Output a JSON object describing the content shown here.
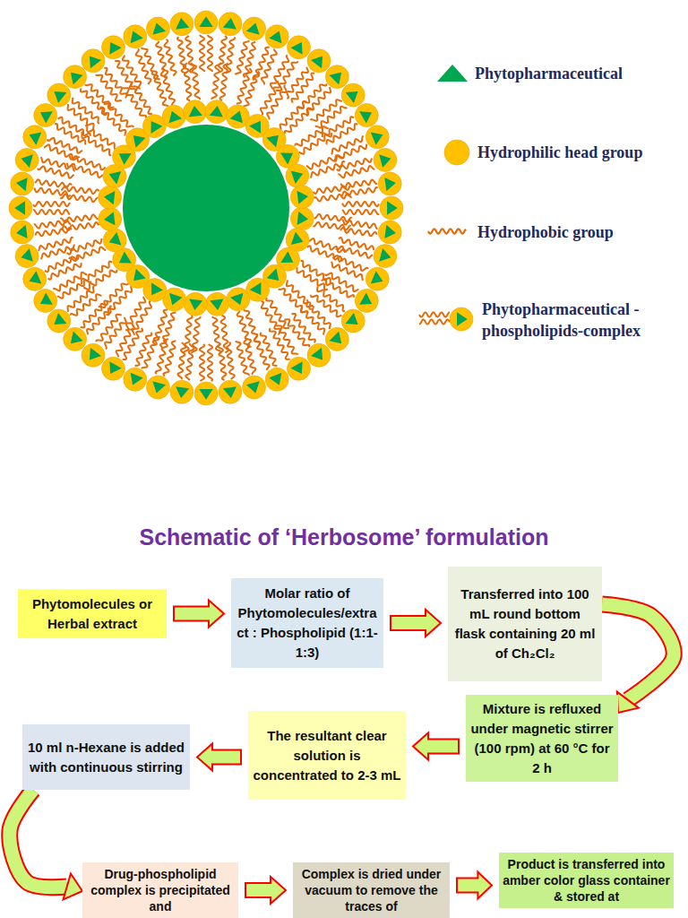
{
  "diagram": {
    "title": "Schematic of ‘Herbosome’ formulation",
    "nodes": [
      {
        "text": [
          "Phytomolecules or Herbal extract"
        ]
      },
      {
        "text": [
          "Molar ratio of Phytomolecules/extract : Phospholipid (1:1-1:3)"
        ]
      },
      {
        "text": [
          "Transferred into 100 mL round bottom flask containing 20 ml of Ch₂Cl₂"
        ]
      },
      {
        "text": [
          "Mixture is refluxed under magnetic stirrer (100 rpm) at 60 °C for 2 h"
        ]
      },
      {
        "text": [
          "The resultant clear solution is concentrated to 2-3 mL"
        ]
      },
      {
        "text": [
          "10 ml n-Hexane is added with continuous stirring"
        ]
      },
      {
        "text": [
          "Drug-phospholipid complex is precipitated and"
        ]
      },
      {
        "text": [
          "Complex is dried under vacuum to remove the traces of"
        ]
      },
      {
        "text": [
          "Product is transferred into amber color glass container & stored at"
        ]
      }
    ],
    "edges": [
      {
        "from": 0,
        "to": 1,
        "arrow": "to"
      },
      {
        "from": 1,
        "to": 2,
        "arrow": "to"
      },
      {
        "from": 2,
        "to": 3,
        "arrow": "to"
      },
      {
        "from": 3,
        "to": 4,
        "arrow": "to"
      },
      {
        "from": 4,
        "to": 5,
        "arrow": "to"
      },
      {
        "from": 5,
        "to": 6,
        "arrow": "to"
      },
      {
        "from": 6,
        "to": 7,
        "arrow": "to"
      },
      {
        "from": 7,
        "to": 8,
        "arrow": "to"
      }
    ],
    "legend": [
      {
        "text": "Phytopharmaceutical"
      },
      {
        "text": "Hydrophilic head group"
      },
      {
        "text": "Hydrophobic group"
      },
      {
        "text": "Phytopharmaceutical - phospholipids-complex"
      }
    ]
  }
}
